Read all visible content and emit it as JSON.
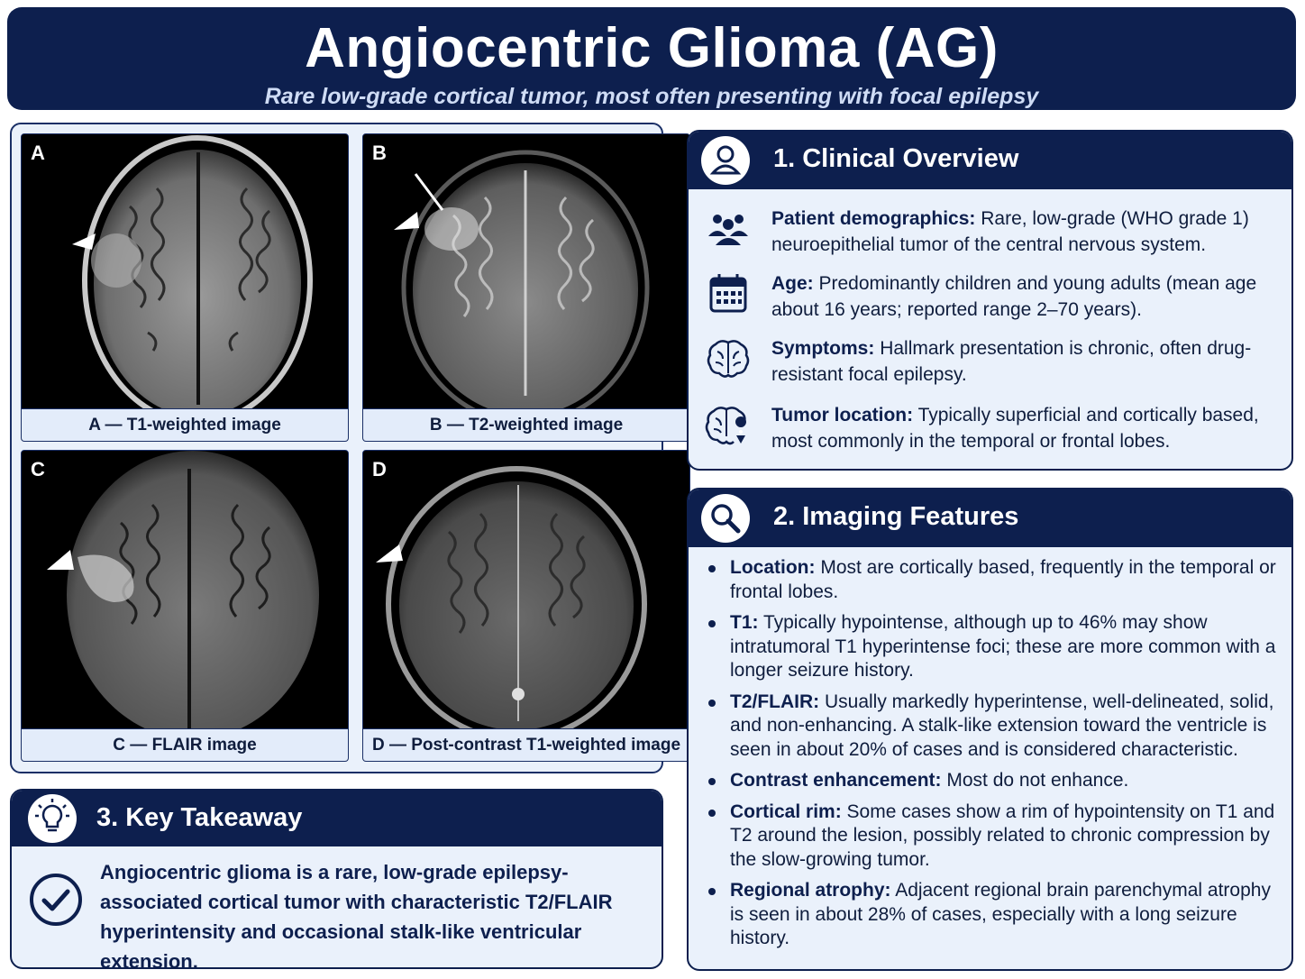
{
  "header": {
    "title": "Angiocentric Glioma (AG)",
    "subtitle": "Rare low-grade cortical tumor, most often presenting with focal epilepsy"
  },
  "images": [
    {
      "letter": "A",
      "caption": "A — T1-weighted image"
    },
    {
      "letter": "B",
      "caption": "B — T2-weighted image"
    },
    {
      "letter": "C",
      "caption": "C — FLAIR image"
    },
    {
      "letter": "D",
      "caption": "D — Post-contrast T1-weighted image"
    }
  ],
  "overview": {
    "title": "1. Clinical Overview",
    "icon": "person-icon",
    "items": [
      {
        "icon": "people-icon",
        "label": "Patient demographics:",
        "text": " Rare, low-grade (WHO grade 1) neuroepithelial tumor of the central nervous system."
      },
      {
        "icon": "calendar-icon",
        "label": "Age:",
        "text": " Predominantly children and young adults (mean age about 16 years; reported range 2–70 years)."
      },
      {
        "icon": "brain-icon",
        "label": "Symptoms:",
        "text": " Hallmark presentation is chronic, often drug-resistant focal epilepsy."
      },
      {
        "icon": "brain-location-icon",
        "label": "Tumor location:",
        "text": " Typically superficial and cortically based, most commonly in the temporal or frontal lobes."
      }
    ]
  },
  "imaging": {
    "title": "2. Imaging Features",
    "icon": "magnifier-icon",
    "items": [
      {
        "label": "Location:",
        "text": " Most are cortically based, frequently in the temporal or frontal lobes."
      },
      {
        "label": "T1:",
        "text": " Typically hypointense, although up to 46% may show intratumoral T1 hyperintense foci; these are more common with a longer seizure history."
      },
      {
        "label": "T2/FLAIR:",
        "text": " Usually markedly hyperintense, well-delineated, solid, and non-enhancing. A stalk-like extension toward the ventricle is seen in about 20% of cases and is considered characteristic."
      },
      {
        "label": "Contrast enhancement:",
        "text": " Most do not enhance."
      },
      {
        "label": "Cortical rim:",
        "text": " Some cases show a rim of hypointensity on T1 and T2 around the lesion, possibly related to chronic compression by the slow-growing tumor."
      },
      {
        "label": "Regional atrophy:",
        "text": " Adjacent regional brain parenchymal atrophy is seen in about 28% of cases, especially with a long seizure history."
      }
    ]
  },
  "takeaway": {
    "title": "3. Key Takeaway",
    "icon": "lightbulb-icon",
    "check_icon": "checkmark-icon",
    "text": "Angiocentric glioma is a rare, low-grade epilepsy-associated cortical tumor with characteristic T2/FLAIR hyperintensity and occasional stalk-like ventricular extension."
  },
  "colors": {
    "navy": "#0d1f4e",
    "panel": "#eaf1fb",
    "caption": "#e3ecfa"
  }
}
